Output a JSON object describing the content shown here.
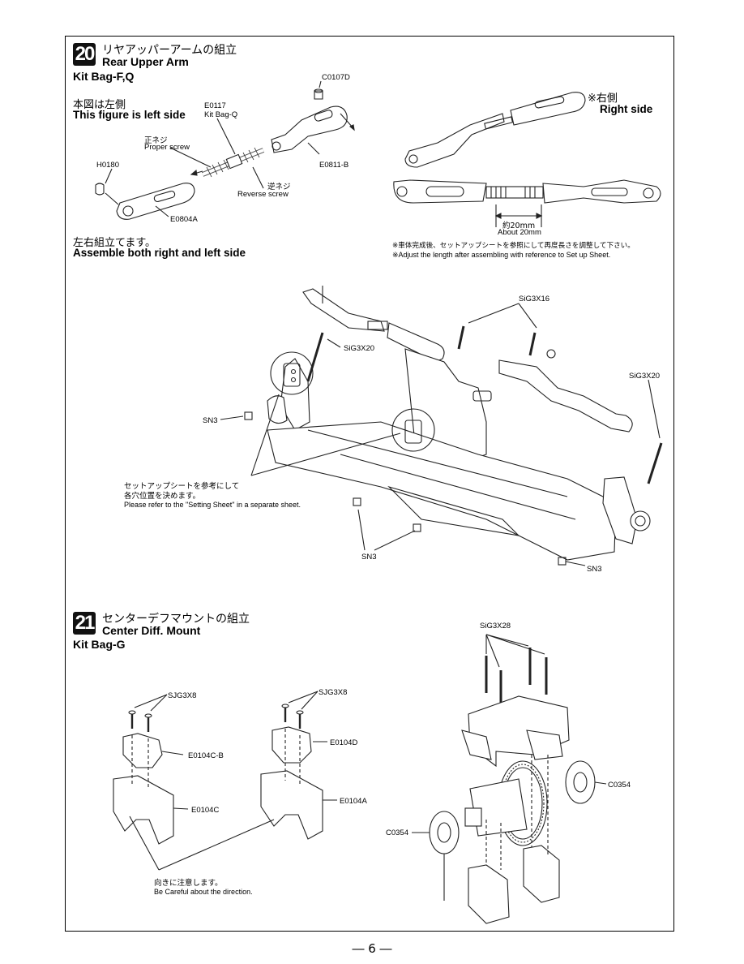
{
  "step20": {
    "number": "20",
    "title_jp": "リヤアッパーアームの組立",
    "title_en": "Rear Upper Arm",
    "kit_bag": "Kit Bag-F,Q",
    "left_note_jp": "本図は左側",
    "left_note_en": "This figure is left side",
    "right_note_jp": "※右側",
    "right_note_en": "Right side",
    "parts": {
      "c0107d": "C0107D",
      "e0117": "E0117",
      "e0117_bag": "Kit Bag-Q",
      "proper_jp": "正ネジ",
      "proper_en": "Proper screw",
      "e0811b": "E0811-B",
      "h0180": "H0180",
      "reverse_jp": "逆ネジ",
      "reverse_en": "Reverse screw",
      "e0804a": "E0804A"
    },
    "length_jp": "約20mm",
    "length_en": "About 20mm",
    "assemble_jp": "左右組立てます。",
    "assemble_en": "Assemble both right and left side",
    "adjust_jp": "※車体完成後、セットアップシートを参照にして再度長さを調整して下さい。",
    "adjust_en": "※Adjust the length after assembling with reference to Set up Sheet.",
    "assembly": {
      "sig3x16": "SiG3X16",
      "sig3x20_left": "SiG3X20",
      "sig3x20_right": "SiG3X20",
      "sn3_left": "SN3",
      "sn3_bottom": "SN3",
      "sn3_right": "SN3",
      "setting_jp_1": "セットアップシートを参考にして",
      "setting_jp_2": "各穴位置を決めます。",
      "setting_en": "Please refer to the \"Setting Sheet\" in a separate sheet."
    }
  },
  "step21": {
    "number": "21",
    "title_jp": "センターデフマウントの組立",
    "title_en": "Center Diff. Mount",
    "kit_bag": "Kit Bag-G",
    "parts": {
      "sjg3x8_a": "SJG3X8",
      "sjg3x8_b": "SJG3X8",
      "e0104cb": "E0104C-B",
      "e0104c": "E0104C",
      "e0104d": "E0104D",
      "e0104a": "E0104A",
      "sig3x28": "SiG3X28",
      "c0354_right": "C0354",
      "c0354_left": "C0354"
    },
    "direction_jp": "向きに注意します。",
    "direction_en": "Be Careful about the direction."
  },
  "page_number": "― 6 ―"
}
